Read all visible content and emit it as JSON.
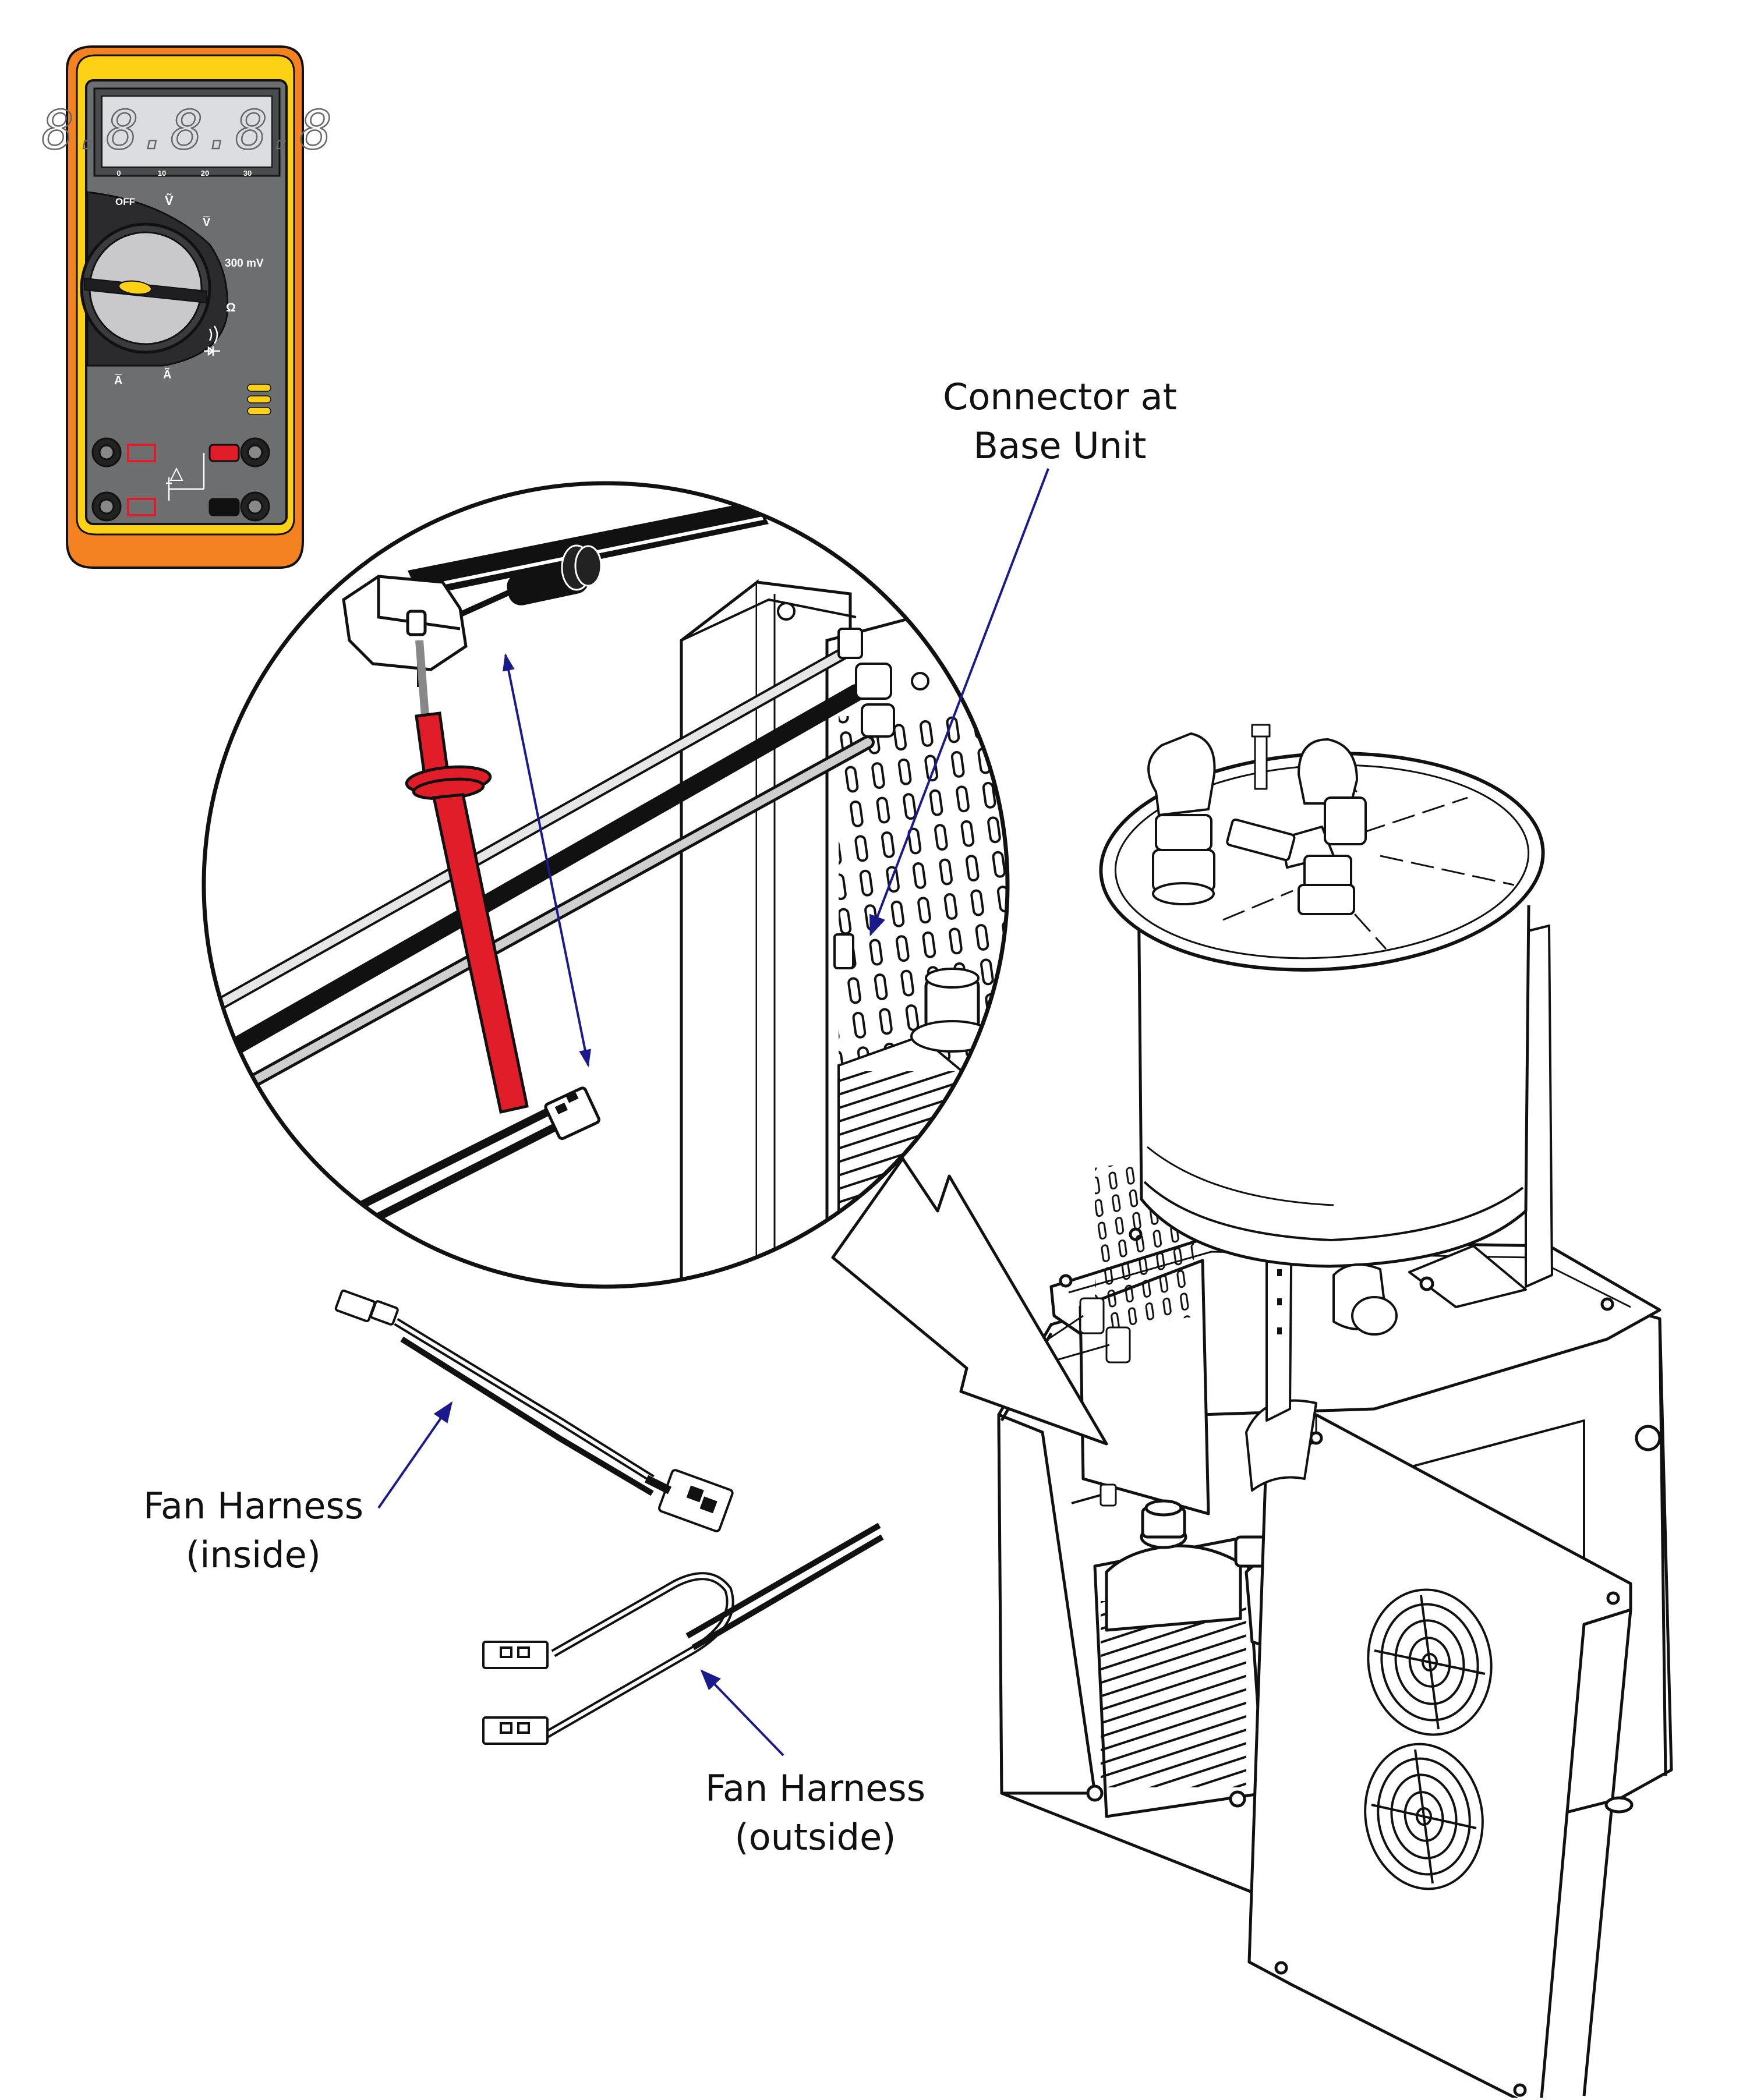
{
  "callouts": {
    "connector": {
      "line1": "Connector at",
      "line2": "Base Unit"
    },
    "fan_inside": {
      "line1": "Fan Harness",
      "line2": "(inside)"
    },
    "fan_outside": {
      "line1": "Fan Harness",
      "line2": "(outside)"
    }
  },
  "meter": {
    "display": "8.8.8.8.8",
    "scale": [
      "0",
      "10",
      "20",
      "30"
    ],
    "dial": {
      "off": "OFF",
      "v_ac": "Ṽ",
      "v_dc": "V̅",
      "mv": "300 mV",
      "ohm": "Ω",
      "a_dc": "A̅",
      "a_ac": "Ã"
    }
  },
  "colors": {
    "meter_body": "#fcd116",
    "meter_bumper": "#f58220",
    "meter_face": "#6d6e70",
    "probe_red": "#e11d2a",
    "arrow_blue": "#1a1a8c",
    "line": "#111111"
  }
}
